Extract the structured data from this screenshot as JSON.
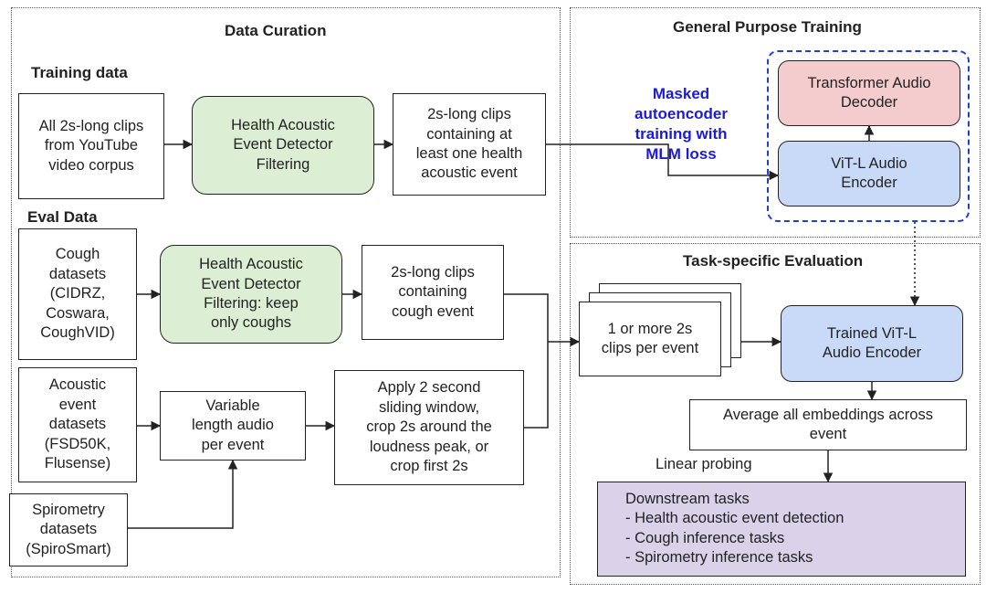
{
  "panels": {
    "data_curation": "Data Curation",
    "general_training": "General Purpose Training",
    "task_eval": "Task-specific Evaluation"
  },
  "sections": {
    "training_data": "Training data",
    "eval_data": "Eval Data"
  },
  "boxes": {
    "youtube": "All 2s-long clips\nfrom YouTube\nvideo corpus",
    "hear_filter": "Health Acoustic\nEvent Detector\nFiltering",
    "train_clips": "2s-long clips\ncontaining at\nleast one health\nacoustic event",
    "cough_datasets": "Cough\ndatasets\n(CIDRZ,\nCoswara,\nCoughVID)",
    "cough_filter": "Health Acoustic\nEvent Detector\nFiltering: keep\nonly coughs",
    "cough_clips": "2s-long clips\ncontaining\ncough event",
    "acoustic_datasets": "Acoustic\nevent\ndatasets\n(FSD50K,\nFlusense)",
    "variable_audio": "Variable\nlength audio\nper event",
    "sliding_window": "Apply 2 second\nsliding window,\ncrop 2s around the\nloudness peak, or\ncrop first 2s",
    "spirometry_datasets": "Spirometry\ndatasets\n(SpiroSmart)",
    "decoder": "Transformer Audio\nDecoder",
    "encoder": "ViT-L Audio\nEncoder",
    "clips_per_event": "1 or more 2s\nclips per event",
    "trained_encoder": "Trained ViT-L\nAudio Encoder",
    "average": "Average all embeddings across\nevent"
  },
  "mlm_label": "Masked\nautoencoder\ntraining with\nMLM loss",
  "linear_probing": "Linear probing",
  "downstream": {
    "title": "Downstream tasks",
    "tasks": [
      "- Health acoustic event detection",
      "- Cough inference tasks",
      "- Spirometry inference tasks"
    ]
  }
}
